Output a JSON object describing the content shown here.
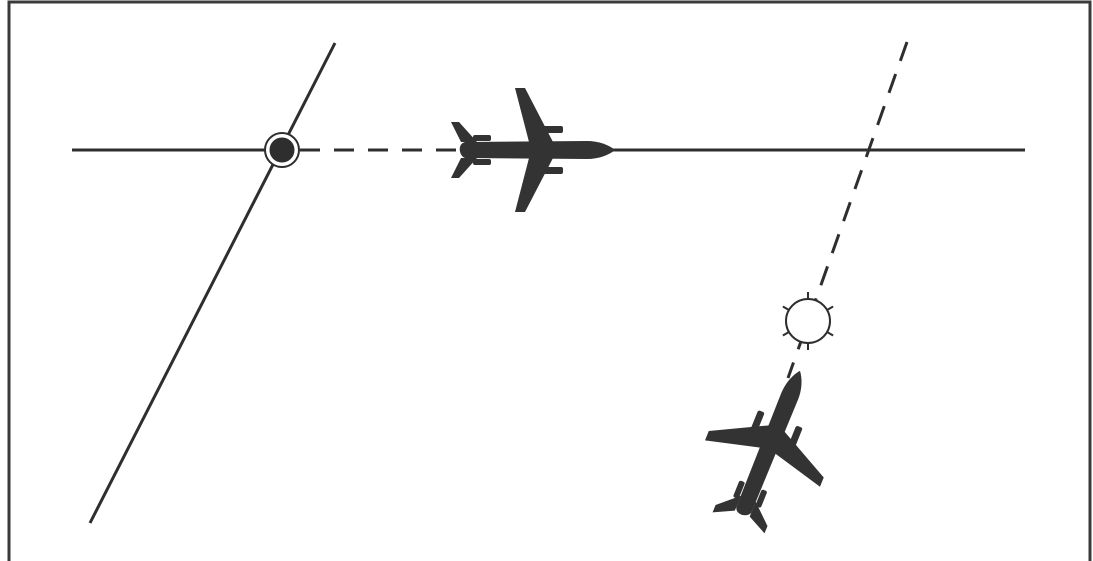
{
  "diagram": {
    "kind": "navigation-radial-intercept",
    "colors": {
      "background": "#ffffff",
      "frame": "#3a3a3a",
      "ink": "#2e2e2e",
      "aircraft": "#333333"
    },
    "elements": [
      {
        "id": "station-vor",
        "symbol": "vor-station-filled"
      },
      {
        "id": "station-fix",
        "symbol": "open-circle-with-ticks"
      },
      {
        "id": "aircraft-1",
        "symbol": "airliner-silhouette",
        "heading": "east"
      },
      {
        "id": "aircraft-2",
        "symbol": "airliner-silhouette",
        "heading": "north-east"
      }
    ],
    "lines": [
      {
        "id": "course-horizontal",
        "style": "solid"
      },
      {
        "id": "course-diagonal-left",
        "style": "solid"
      },
      {
        "id": "track-to-station",
        "style": "dashed"
      },
      {
        "id": "track-to-fix",
        "style": "dashed"
      }
    ]
  }
}
